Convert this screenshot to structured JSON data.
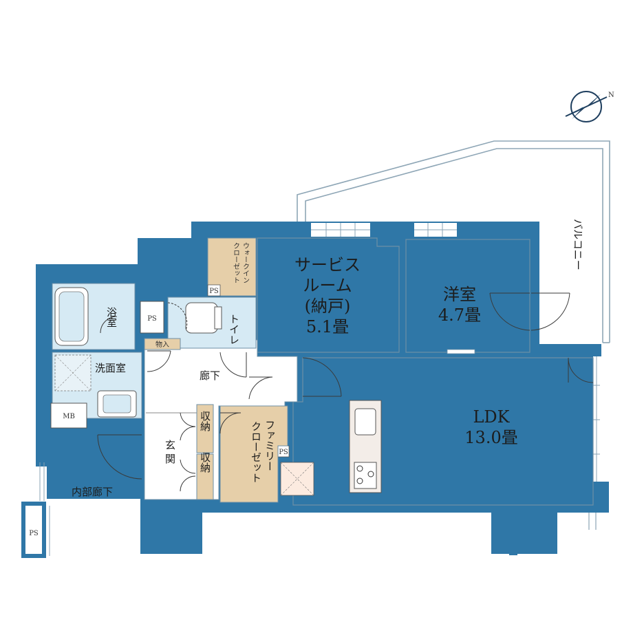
{
  "colors": {
    "wall": "#2f77a7",
    "service_room": "#e6cfa9",
    "western_room": "#fcf1da",
    "ldk": "#fcebe0",
    "wet_area": "#d6eaf4",
    "hall": "#ffffff",
    "closet": "#e6cfa9",
    "balcony_rail": "#8ea6b6"
  },
  "rooms": {
    "service_room": {
      "line1": "サービス",
      "line2": "ルーム",
      "line3": "(納戸)",
      "size": "5.1畳"
    },
    "western_room": {
      "name": "洋室",
      "size": "4.7畳"
    },
    "ldk": {
      "name": "LDK",
      "size": "13.0畳"
    },
    "bath": {
      "name": "浴室"
    },
    "washroom": {
      "name": "洗面室"
    },
    "toilet": {
      "name": "トイレ"
    },
    "hallway": {
      "name": "廊下"
    },
    "entrance": {
      "name": "玄関"
    },
    "storage_upper": {
      "name": "収納"
    },
    "storage_lower": {
      "name": "収納"
    },
    "mono_ire": {
      "name": "物入"
    },
    "walk_in_closet": {
      "line1": "ウォークイン",
      "line2": "クローゼット"
    },
    "family_closet": {
      "line1": "ファミリー",
      "line2": "クローゼット"
    },
    "balcony": {
      "name": "バルコニー"
    },
    "inner_corridor": {
      "name": "内部廊下"
    }
  },
  "labels": {
    "ps_toilet": "PS",
    "ps_wic": "PS",
    "ps_kitchen": "PS",
    "ps_outside": "PS",
    "mb": "MB"
  },
  "compass": {
    "icon": "compass-north-icon",
    "letter": "N"
  }
}
